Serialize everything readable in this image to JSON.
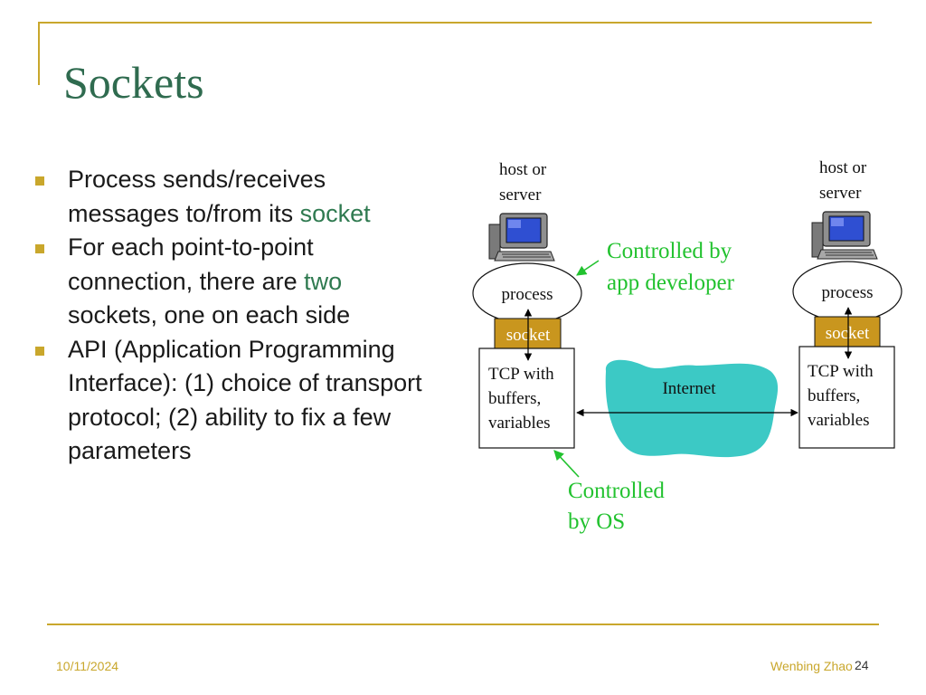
{
  "slide": {
    "title": "Sockets",
    "bullets": [
      {
        "text_before": "Process sends/receives messages to/from its ",
        "highlight": "socket",
        "text_after": ""
      },
      {
        "text_before": "For each point-to-point connection, there are ",
        "highlight": "two",
        "text_after": " sockets, one on each side"
      },
      {
        "text_before": "API (Application Programming Interface): (1) choice of transport protocol; (2) ability to fix a few parameters",
        "highlight": "",
        "text_after": ""
      }
    ],
    "footer": {
      "date": "10/11/2024",
      "author": "Wenbing Zhao",
      "page": "24"
    }
  },
  "diagram": {
    "left_host": {
      "label_line1": "host or",
      "label_line2": "server",
      "process_label": "process",
      "socket_label": "socket",
      "tcp_line1": "TCP with",
      "tcp_line2": "buffers,",
      "tcp_line3": "variables"
    },
    "right_host": {
      "label_line1": "host or",
      "label_line2": "server",
      "process_label": "process",
      "socket_label": "socket",
      "tcp_line1": "TCP with",
      "tcp_line2": "buffers,",
      "tcp_line3": "variables"
    },
    "internet_label": "Internet",
    "app_dev_note_line1": "Controlled by",
    "app_dev_note_line2": "app developer",
    "os_note_line1": "Controlled",
    "os_note_line2": "by OS",
    "colors": {
      "accent": "#c9a72c",
      "highlight": "#2f7a50",
      "note": "#22c22f",
      "cloud": "#3cc9c5",
      "socket_fill": "#c9961e",
      "title": "#2f6b4f"
    },
    "icons": {
      "host": "computer-icon"
    }
  }
}
